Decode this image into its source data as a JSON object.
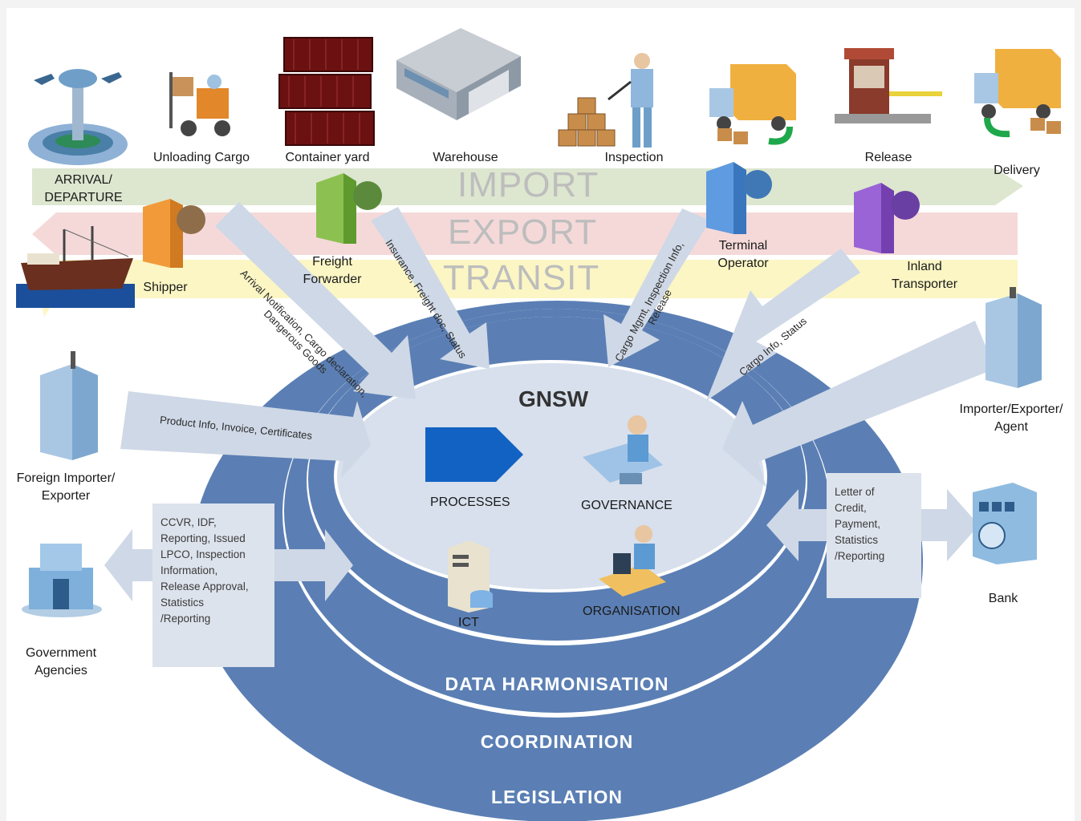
{
  "lanes": {
    "import": "IMPORT",
    "export": "EXPORT",
    "transit": "TRANSIT"
  },
  "steps": {
    "arrival": "ARRIVAL/\nDEPARTURE",
    "unloading": "Unloading Cargo",
    "container": "Container yard",
    "warehouse": "Warehouse",
    "inspection": "Inspection",
    "release": "Release",
    "delivery": "Delivery"
  },
  "actors": {
    "shipper": "Shipper",
    "freight": "Freight\nForwarder",
    "terminal": "Terminal\nOperator",
    "inland": "Inland\nTransporter",
    "importer": "Importer/Exporter/\nAgent",
    "foreign": "Foreign Importer/\nExporter",
    "government": "Government\nAgencies",
    "bank": "Bank"
  },
  "flows": {
    "shipper": "Arrival Notification, Cargo declaration,\nDangerous Goods",
    "freight": "Insurance, Freight doc, Status",
    "terminal": "Cargo Mgmt, Inspection Info,\nRelease",
    "inland": "Cargo Info, Status",
    "foreign": "Product Info, Invoice, Certificates",
    "government": "CCVR, IDF,\nReporting, Issued\nLPCO, Inspection\nInformation,\nRelease Approval,\nStatistics\n/Reporting",
    "bank": "Letter of\nCredit,\nPayment,\nStatistics\n/Reporting"
  },
  "core": {
    "title": "GNSW",
    "processes": "PROCESSES",
    "governance": "GOVERNANCE",
    "ict": "ICT",
    "organisation": "ORGANISATION"
  },
  "rings": {
    "data": "DATA HARMONISATION",
    "coordination": "COORDINATION",
    "legislation": "LEGISLATION"
  },
  "colors": {
    "ring_blue": "#5b7fb4",
    "ellipse_fill": "#d7e0ec",
    "import_band": "#dde6cf",
    "export_band": "#f5d9d9",
    "transit_band": "#fbf6c4",
    "arrow_fill": "#cfd8e6"
  }
}
